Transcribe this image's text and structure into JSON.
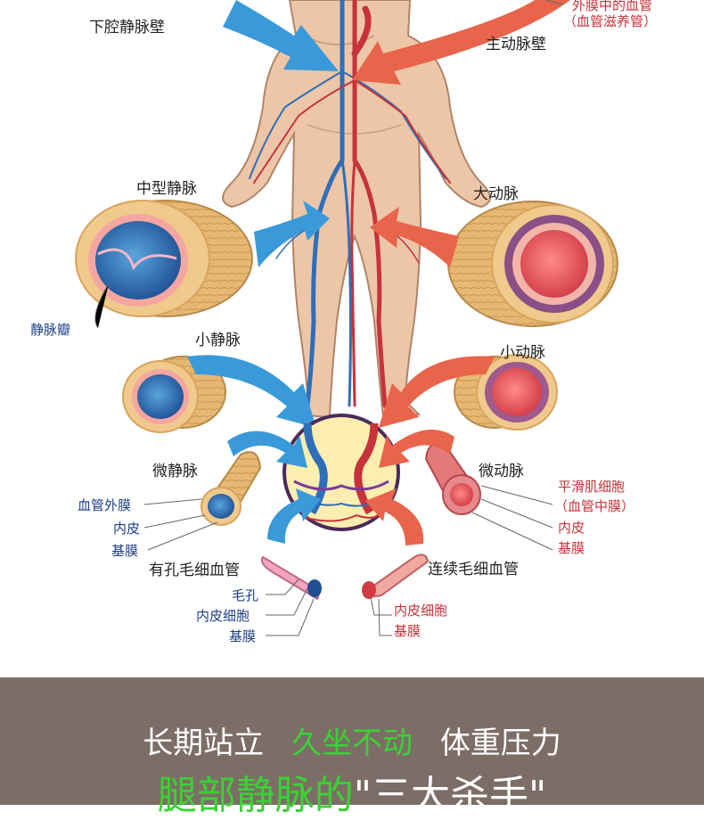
{
  "diagram": {
    "left_labels": {
      "ivc_wall": "下腔静脉壁",
      "medium_vein": "中型静脉",
      "venous_valve": "静脉瓣",
      "small_vein": "小静脉",
      "venule": "微静脉",
      "adventitia": "血管外膜",
      "endothelium": "内皮",
      "basement_membrane": "基膜",
      "fenestrated_capillary": "有孔毛细血管",
      "pore": "毛孔",
      "endothelial_cell": "内皮细胞",
      "basement_membrane_2": "基膜"
    },
    "right_labels": {
      "adventitia_vessels": "外膜中的血管",
      "vasa_vasorum": "（血管滋养管）",
      "aorta_wall": "主动脉壁",
      "large_artery": "大动脉",
      "small_artery": "小动脉",
      "arteriole": "微动脉",
      "smooth_muscle": "平滑肌细胞",
      "tunica_media": "（血管中膜）",
      "endothelium": "内皮",
      "basement_membrane": "基膜",
      "continuous_capillary": "连续毛细血管",
      "endothelial_cell": "内皮细胞",
      "basement_membrane_2": "基膜"
    },
    "colors": {
      "vein": "#3a9ad9",
      "artery": "#e8644a",
      "skin": "#edc6a8",
      "tissue": "#e6b872"
    }
  },
  "banner": {
    "item1": "长期站立",
    "item2": "久坐不动",
    "item3": "体重压力",
    "headline_green": "腿部静脉的",
    "headline_white": "\"三大杀手\""
  }
}
